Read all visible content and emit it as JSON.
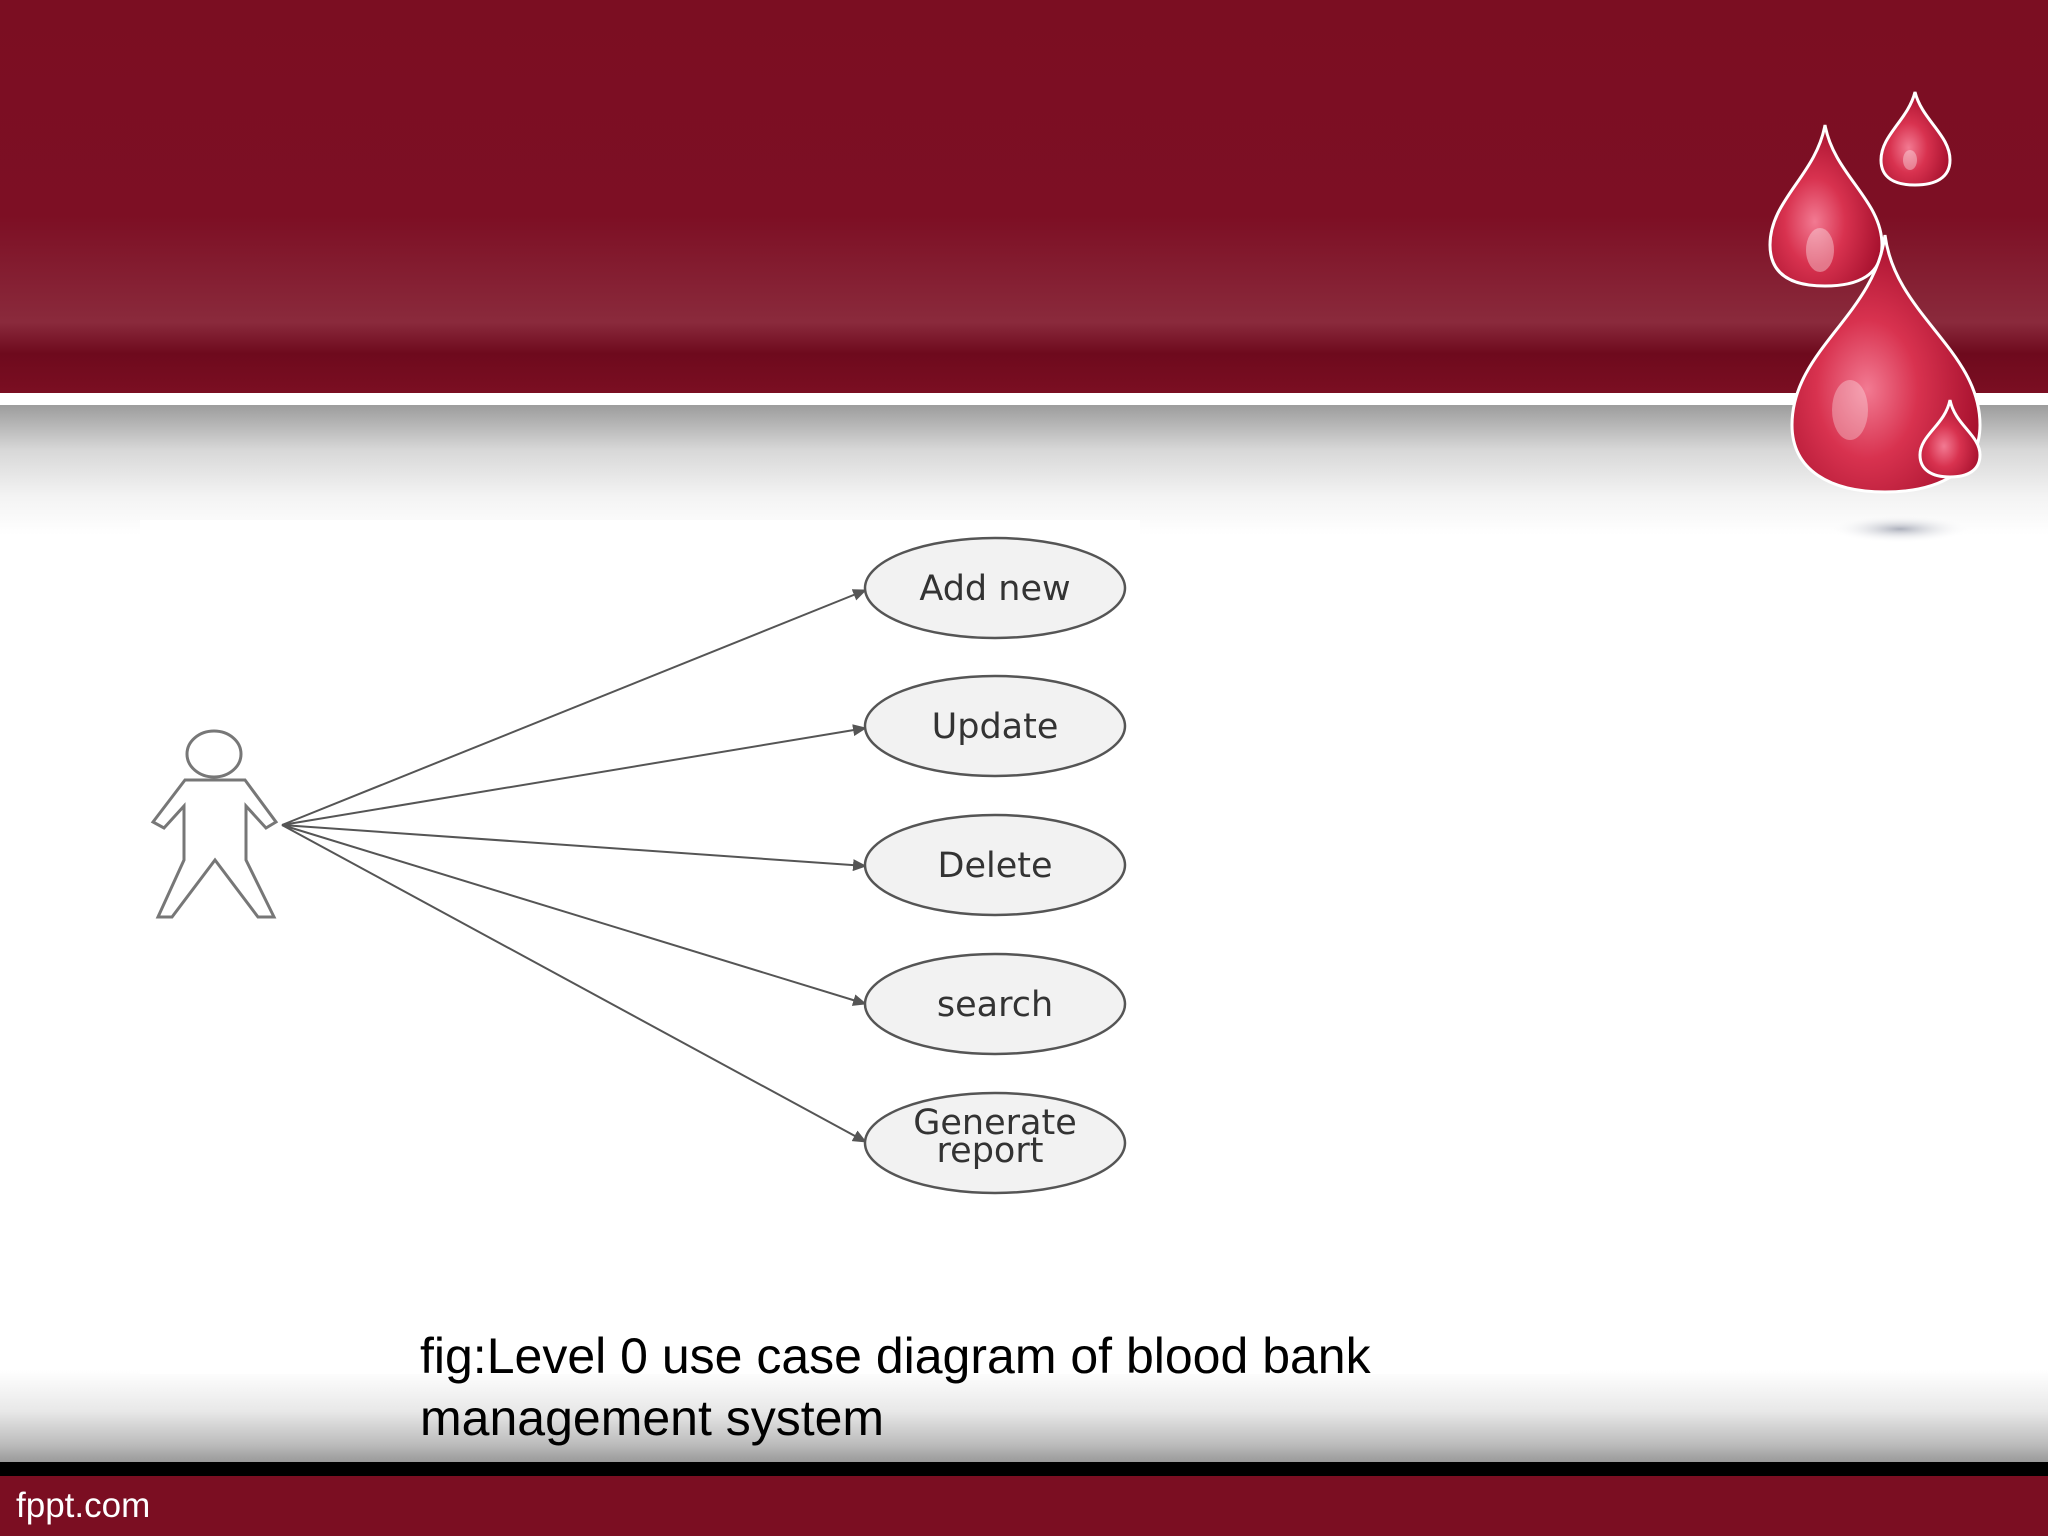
{
  "use_cases": [
    {
      "label": "Add new"
    },
    {
      "label": "Update"
    },
    {
      "label": "Delete"
    },
    {
      "label": "search"
    },
    {
      "label_line1": "Generate",
      "label_line2": "report"
    }
  ],
  "caption": {
    "line1": "fig:Level 0 use case diagram of blood bank",
    "line2": "management system"
  },
  "footer": {
    "brand": "fppt.com"
  },
  "colors": {
    "header_maroon": "#7b0e22",
    "blood_drop": "#c8203f",
    "diagram_stroke": "#555555",
    "ellipse_fill": "#f2f2f2"
  }
}
